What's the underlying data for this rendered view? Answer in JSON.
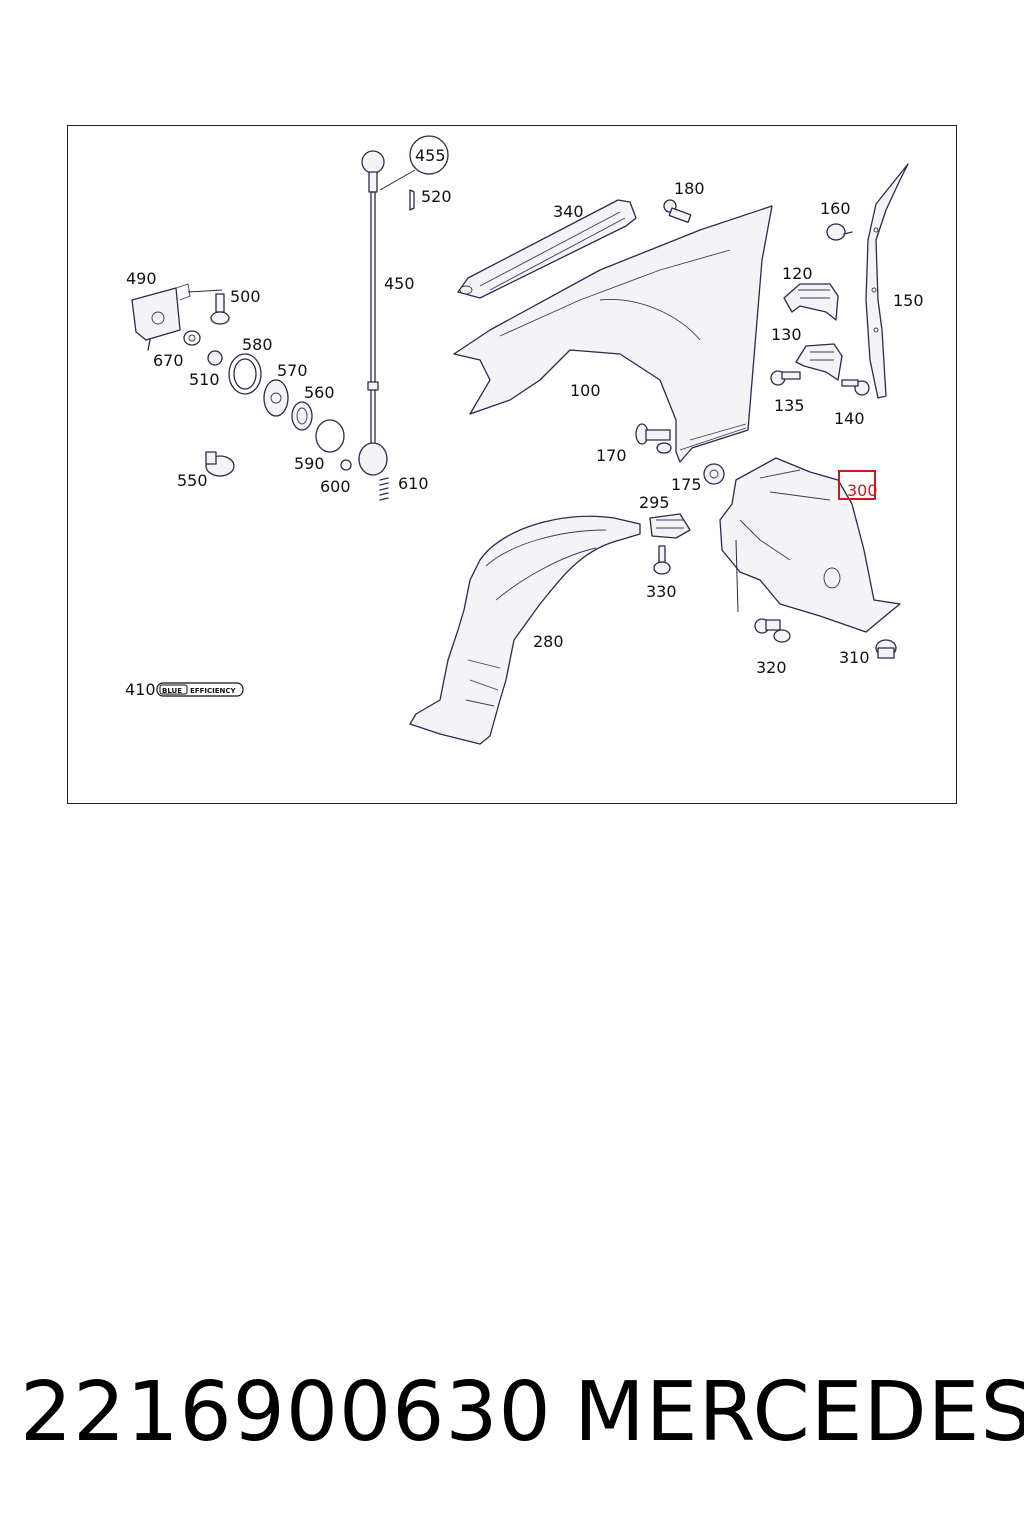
{
  "diagram": {
    "highlighted_part": "300",
    "badge": {
      "part": "410",
      "left_text": "BLUE",
      "right_text": "EFFICIENCY"
    },
    "labels": {
      "p455": "455",
      "p520": "520",
      "p450": "450",
      "p490": "490",
      "p500": "500",
      "p670": "670",
      "p510": "510",
      "p580": "580",
      "p570": "570",
      "p560": "560",
      "p590": "590",
      "p600": "600",
      "p610": "610",
      "p550": "550",
      "p340": "340",
      "p180": "180",
      "p160": "160",
      "p120": "120",
      "p150": "150",
      "p130": "130",
      "p135": "135",
      "p140": "140",
      "p100": "100",
      "p170": "170",
      "p175": "175",
      "p295": "295",
      "p330": "330",
      "p280": "280",
      "p320": "320",
      "p310": "310",
      "p410": "410"
    }
  },
  "footer": {
    "part_number": "2216900630",
    "brand": "MERCEDES"
  }
}
